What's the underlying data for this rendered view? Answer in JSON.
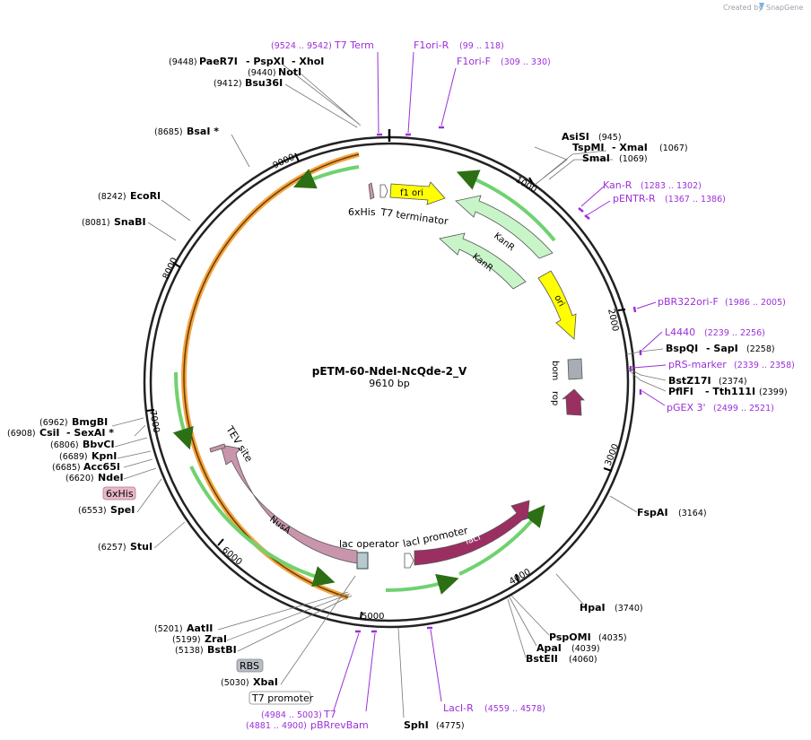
{
  "credit": {
    "created_by": "Created by",
    "brand": "SnapGene"
  },
  "plasmid": {
    "name": "pETM-60-NdeI-NcQde-2_V",
    "length_label": "9610 bp",
    "length": 9610
  },
  "ticks": [
    1000,
    2000,
    3000,
    4000,
    5000,
    6000,
    7000,
    8000,
    9000
  ],
  "enzymes": [
    {
      "name": "PaeR7I",
      "pos": "(9448)"
    },
    {
      "name": "- PspXI",
      "pos": ""
    },
    {
      "name": "- XhoI",
      "pos": ""
    },
    {
      "name": "NotI",
      "pos": "(9440)"
    },
    {
      "name": "Bsu36I",
      "pos": "(9412)"
    },
    {
      "name": "BsaI *",
      "pos": "(8685)"
    },
    {
      "name": "EcoRI",
      "pos": "(8242)"
    },
    {
      "name": "SnaBI",
      "pos": "(8081)"
    },
    {
      "name": "BmgBI",
      "pos": "(6962)"
    },
    {
      "name": "CsiI",
      "pos": "(6908)"
    },
    {
      "name": "- SexAI *",
      "pos": ""
    },
    {
      "name": "BbvCI",
      "pos": "(6806)"
    },
    {
      "name": "KpnI",
      "pos": "(6689)"
    },
    {
      "name": "Acc65I",
      "pos": "(6685)"
    },
    {
      "name": "NdeI",
      "pos": "(6620)"
    },
    {
      "name": "SpeI",
      "pos": "(6553)"
    },
    {
      "name": "StuI",
      "pos": "(6257)"
    },
    {
      "name": "AatII",
      "pos": "(5201)"
    },
    {
      "name": "ZraI",
      "pos": "(5199)"
    },
    {
      "name": "BstBI",
      "pos": "(5138)"
    },
    {
      "name": "XbaI",
      "pos": "(5030)"
    },
    {
      "name": "SphI",
      "pos": "(4775)"
    },
    {
      "name": "AsiSI",
      "pos": "(945)"
    },
    {
      "name": "TspMI",
      "pos": ""
    },
    {
      "name": "- XmaI",
      "pos": "(1067)"
    },
    {
      "name": "SmaI",
      "pos": "(1069)"
    },
    {
      "name": "BspQI",
      "pos": ""
    },
    {
      "name": "- SapI",
      "pos": "(2258)"
    },
    {
      "name": "BstZ17I",
      "pos": "(2374)"
    },
    {
      "name": "PflFI",
      "pos": ""
    },
    {
      "name": "- Tth111I",
      "pos": "(2399)"
    },
    {
      "name": "FspAI",
      "pos": "(3164)"
    },
    {
      "name": "HpaI",
      "pos": "(3740)"
    },
    {
      "name": "PspOMI",
      "pos": "(4035)"
    },
    {
      "name": "ApaI",
      "pos": "(4039)"
    },
    {
      "name": "BstEII",
      "pos": "(4060)"
    }
  ],
  "primers": [
    {
      "name": "T7 Term",
      "pos": "(9524 .. 9542)"
    },
    {
      "name": "F1ori-R",
      "pos": "(99 .. 118)"
    },
    {
      "name": "F1ori-F",
      "pos": "(309 .. 330)"
    },
    {
      "name": "Kan-R",
      "pos": "(1283 .. 1302)"
    },
    {
      "name": "pENTR-R",
      "pos": "(1367 .. 1386)"
    },
    {
      "name": "pBR322ori-F",
      "pos": "(1986 .. 2005)"
    },
    {
      "name": "L4440",
      "pos": "(2239 .. 2256)"
    },
    {
      "name": "pRS-marker",
      "pos": "(2339 .. 2358)"
    },
    {
      "name": "pGEX 3'",
      "pos": "(2499 .. 2521)"
    },
    {
      "name": "LacI-R",
      "pos": "(4559 .. 4578)"
    },
    {
      "name": "T7",
      "pos": "(4984 .. 5003)"
    },
    {
      "name": "pBRrevBam",
      "pos": "(4881 .. 4900)"
    }
  ],
  "boxed_features": [
    {
      "name": "6xHis",
      "color": "#e8b8c8"
    },
    {
      "name": "RBS",
      "color": "#b8bcc4"
    },
    {
      "name": "T7 promoter",
      "color": "#ffffff"
    }
  ],
  "features": [
    {
      "name": "f1 ori",
      "color": "#ffff00"
    },
    {
      "name": "KanR",
      "color": "#c8f5c8"
    },
    {
      "name": "KanR",
      "color": "#c8f5c8"
    },
    {
      "name": "ori",
      "color": "#ffff00"
    },
    {
      "name": "bom",
      "color": "#a8acb4"
    },
    {
      "name": "rop",
      "color": "#9c2f61"
    },
    {
      "name": "lacI",
      "color": "#9c2f61"
    },
    {
      "name": "lacI promoter",
      "color": "#ffffff"
    },
    {
      "name": "lac operator",
      "color": "#ffffff"
    },
    {
      "name": "NusA",
      "color": "#c995ad"
    },
    {
      "name": "TEV site",
      "color": "#c995ad"
    },
    {
      "name": "6xHis",
      "color": "#c995ad"
    },
    {
      "name": "T7 terminator",
      "color": "#ffffff"
    }
  ],
  "colors": {
    "primer": "#9b30d9",
    "orf": "#ff9900",
    "orf_green": "#33aa33",
    "feature_dark": "#9c2f61"
  }
}
